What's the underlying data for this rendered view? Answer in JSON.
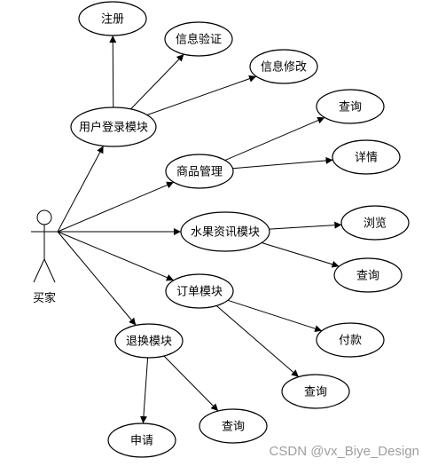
{
  "actor": {
    "label": "买家"
  },
  "nodes": [
    {
      "id": "login",
      "label": "用户登录模块"
    },
    {
      "id": "register",
      "label": "注册"
    },
    {
      "id": "verify",
      "label": "信息验证"
    },
    {
      "id": "modify",
      "label": "信息修改"
    },
    {
      "id": "goods",
      "label": "商品管理"
    },
    {
      "id": "goods_query",
      "label": "查询"
    },
    {
      "id": "goods_detail",
      "label": "详情"
    },
    {
      "id": "fruit",
      "label": "水果资讯模块"
    },
    {
      "id": "fruit_browse",
      "label": "浏览"
    },
    {
      "id": "fruit_query",
      "label": "查询"
    },
    {
      "id": "order",
      "label": "订单模块"
    },
    {
      "id": "order_pay",
      "label": "付款"
    },
    {
      "id": "order_query",
      "label": "查询"
    },
    {
      "id": "refund",
      "label": "退换模块"
    },
    {
      "id": "refund_apply",
      "label": "申请"
    },
    {
      "id": "refund_query",
      "label": "查询"
    }
  ],
  "edges": [
    {
      "from": "actor",
      "to": "login"
    },
    {
      "from": "actor",
      "to": "goods"
    },
    {
      "from": "actor",
      "to": "fruit"
    },
    {
      "from": "actor",
      "to": "order"
    },
    {
      "from": "actor",
      "to": "refund"
    },
    {
      "from": "login",
      "to": "register"
    },
    {
      "from": "login",
      "to": "verify"
    },
    {
      "from": "login",
      "to": "modify"
    },
    {
      "from": "goods",
      "to": "goods_query"
    },
    {
      "from": "goods",
      "to": "goods_detail"
    },
    {
      "from": "fruit",
      "to": "fruit_browse"
    },
    {
      "from": "fruit",
      "to": "fruit_query"
    },
    {
      "from": "order",
      "to": "order_pay"
    },
    {
      "from": "order",
      "to": "order_query"
    },
    {
      "from": "refund",
      "to": "refund_apply"
    },
    {
      "from": "refund",
      "to": "refund_query"
    }
  ],
  "watermark": "CSDN @vx_Biye_Design"
}
